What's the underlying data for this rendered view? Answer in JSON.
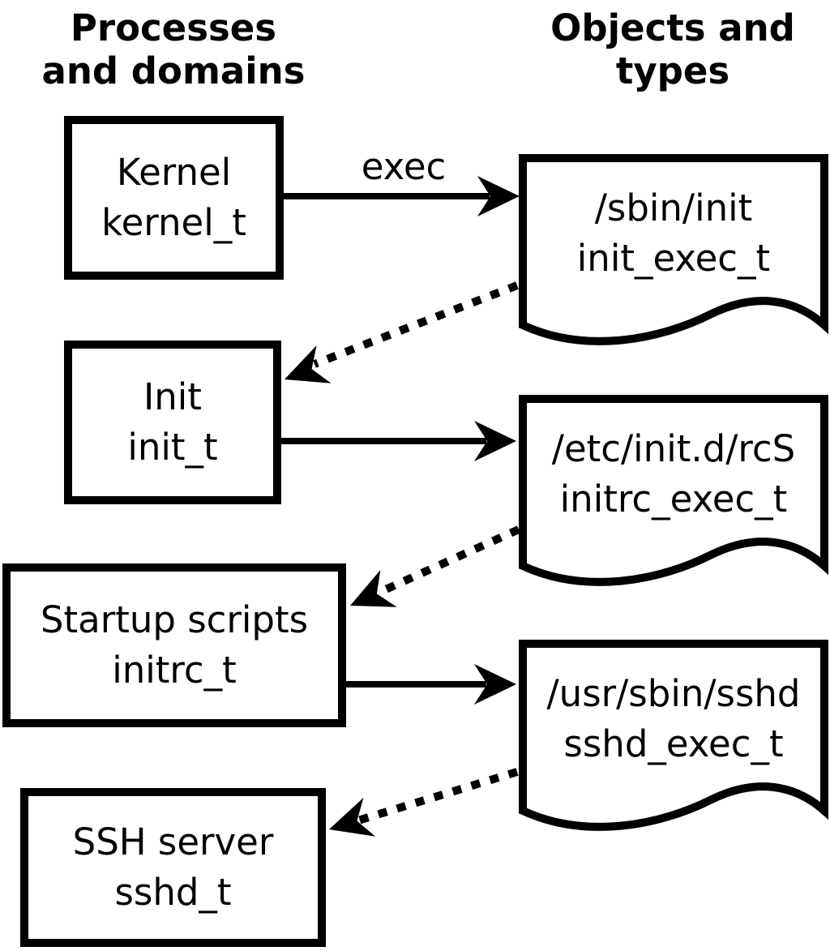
{
  "headers": {
    "left": {
      "line1": "Processes",
      "line2": "and domains"
    },
    "right": {
      "line1": "Objects and",
      "line2": "types"
    }
  },
  "nodes": {
    "kernel": {
      "line1": "Kernel",
      "line2": "kernel_t"
    },
    "init": {
      "line1": "Init",
      "line2": "init_t"
    },
    "initrc": {
      "line1": "Startup scripts",
      "line2": "initrc_t"
    },
    "sshd": {
      "line1": "SSH server",
      "line2": "sshd_t"
    }
  },
  "objects": {
    "init_exec": {
      "line1": "/sbin/init",
      "line2": "init_exec_t"
    },
    "initrc_exec": {
      "line1": "/etc/init.d/rcS",
      "line2": "initrc_exec_t"
    },
    "sshd_exec": {
      "line1": "/usr/sbin/sshd",
      "line2": "sshd_exec_t"
    }
  },
  "edges": {
    "exec_label": "exec"
  },
  "colors": {
    "stroke": "#000000",
    "background": "#ffffff"
  }
}
